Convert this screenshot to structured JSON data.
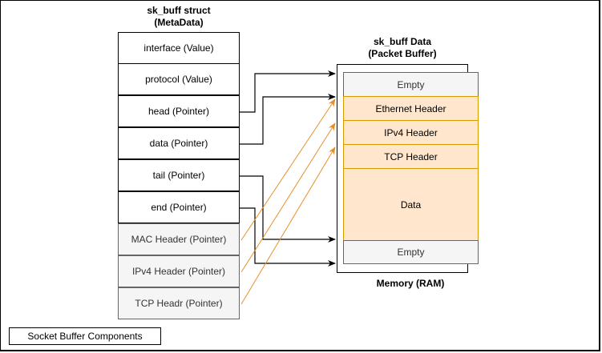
{
  "diagram": {
    "struct_title_line1": "sk_buff struct",
    "struct_title_line2": "(MetaData)",
    "struct_fields": [
      {
        "label": "interface (Value)",
        "kind": "value"
      },
      {
        "label": "protocol (Value)",
        "kind": "value"
      },
      {
        "label": "head (Pointer)",
        "kind": "pointer"
      },
      {
        "label": "data (Pointer)",
        "kind": "pointer"
      },
      {
        "label": "tail (Pointer)",
        "kind": "pointer"
      },
      {
        "label": "end (Pointer)",
        "kind": "pointer"
      },
      {
        "label": "MAC Header (Pointer)",
        "kind": "header-pointer"
      },
      {
        "label": "IPv4 Header (Pointer)",
        "kind": "header-pointer"
      },
      {
        "label": "TCP Headr (Pointer)",
        "kind": "header-pointer"
      }
    ],
    "buffer_title_line1": "sk_buff Data",
    "buffer_title_line2": "(Packet Buffer)",
    "buffer_segments": [
      {
        "label": "Empty",
        "kind": "empty"
      },
      {
        "label": "Ethernet Header",
        "kind": "header"
      },
      {
        "label": "IPv4 Header",
        "kind": "header"
      },
      {
        "label": "TCP Header",
        "kind": "header"
      },
      {
        "label": "Data",
        "kind": "header"
      },
      {
        "label": "Empty",
        "kind": "empty"
      }
    ],
    "memory_label": "Memory (RAM)",
    "legend_label": "Socket Buffer Components",
    "connections": [
      {
        "from": "head (Pointer)",
        "to": "Empty (top)",
        "color": "#000000"
      },
      {
        "from": "data (Pointer)",
        "to": "Ethernet Header",
        "color": "#000000"
      },
      {
        "from": "tail (Pointer)",
        "to": "Empty (bottom)",
        "color": "#000000"
      },
      {
        "from": "end (Pointer)",
        "to": "end of buffer",
        "color": "#000000"
      },
      {
        "from": "MAC Header (Pointer)",
        "to": "Ethernet Header",
        "color": "#e88f2a"
      },
      {
        "from": "IPv4 Header (Pointer)",
        "to": "IPv4 Header",
        "color": "#e88f2a"
      },
      {
        "from": "TCP Headr (Pointer)",
        "to": "TCP Header",
        "color": "#e88f2a"
      }
    ],
    "colors": {
      "header_fill": "#ffe6cc",
      "header_stroke": "#d79b00",
      "empty_fill": "#f5f5f5",
      "pointer_arrow": "#000000",
      "header_arrow": "#e88f2a"
    }
  }
}
